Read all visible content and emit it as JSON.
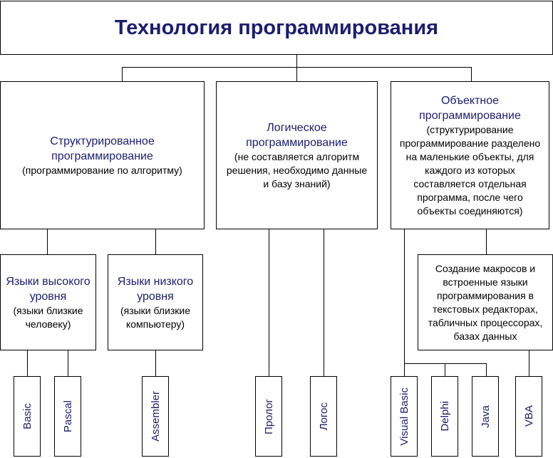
{
  "title": "Технология программирования",
  "structured": {
    "heading": "Структурированное программирование",
    "description": "(программирование по алгоритму)"
  },
  "logical": {
    "heading": "Логическое программирование",
    "description": "(не составляется алгоритм решения, необходимо данные и базу знаний)"
  },
  "object": {
    "heading": "Объектное программирование",
    "description": "(структурирование программирование разделено на маленькие объекты, для каждого из которых составляется отдельная программа, после чего объекты соединяются)"
  },
  "high_level": {
    "heading": "Языки высокого уровня",
    "description": "(языки близкие человеку)"
  },
  "low_level": {
    "heading": "Языки низкого уровня",
    "description": "(языки близкие компьютеру)"
  },
  "macros": {
    "description": "Создание макросов и встроенные языки программирования в текстовых редакторах, табличных процессорах, базах данных"
  },
  "languages": {
    "basic": "Basic",
    "pascal": "Pascal",
    "assembler": "Assembler",
    "prolog": "Пролог",
    "logos": "Логос",
    "visual_basic": "Visual Basic",
    "delphi": "Delphi",
    "java": "Java",
    "vba": "VBA"
  }
}
